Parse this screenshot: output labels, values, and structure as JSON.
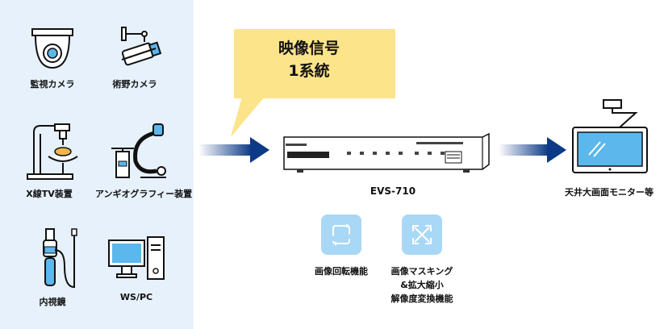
{
  "sources": {
    "dome_camera": "監視カメラ",
    "box_camera": "術野カメラ",
    "xray": "X線TV装置",
    "angio": "アンギオグラフィー装置",
    "endoscope": "内視鏡",
    "workstation": "WS/PC"
  },
  "bubble": {
    "line1": "映像信号",
    "line2": "1系統"
  },
  "device": {
    "name": "EVS-710"
  },
  "features": {
    "rotate": "画像回転機能",
    "mask_line1": "画像マスキング",
    "mask_line2": "&拡大縮小",
    "mask_line3": "解像度変換機能"
  },
  "output": {
    "label": "天井大画面モニター等"
  },
  "colors": {
    "panel": "#e6f1fc",
    "bubble": "#fbe48a",
    "arrow": "#0c3a86",
    "feature_tile": "#a9d7f6"
  }
}
